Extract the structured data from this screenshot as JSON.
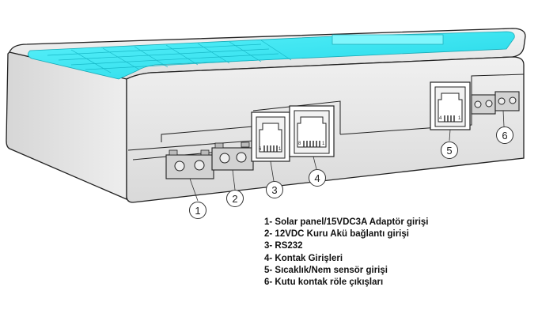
{
  "callouts": [
    "1",
    "2",
    "3",
    "4",
    "5",
    "6"
  ],
  "port_pin_labels": {
    "rj_port_3": [
      "6",
      "1"
    ],
    "rj_port_4": [
      "8",
      "1"
    ],
    "rj_port_5": [
      "4",
      "1"
    ]
  },
  "legend": [
    "1- Solar panel/15VDC3A Adaptör girişi",
    "2- 12VDC Kuru Akü bağlantı girişi",
    "3- RS232",
    "4- Kontak Girişleri",
    "5- Sıcaklık/Nem sensör girişi",
    "6- Kutu kontak röle çıkışları"
  ],
  "colors": {
    "display_cyan": "#2fe3f0",
    "case_light": "#ececec",
    "case_front": "#e4e4e4",
    "outline": "#222222"
  }
}
